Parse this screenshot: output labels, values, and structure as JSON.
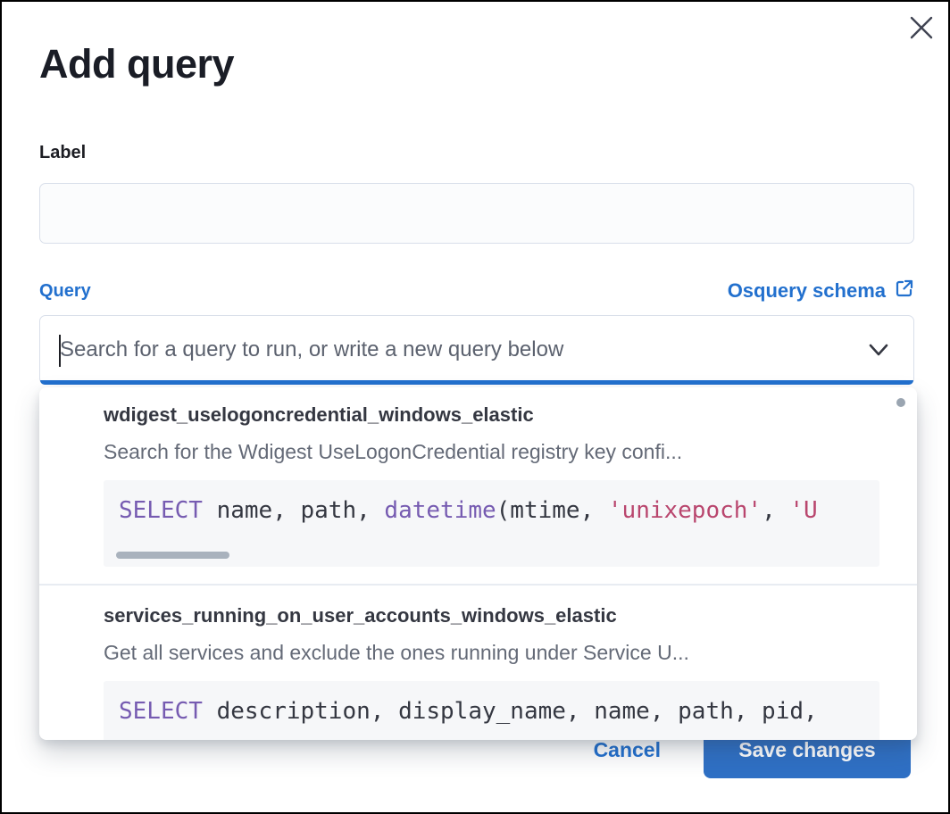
{
  "modal": {
    "title": "Add query"
  },
  "label_field": {
    "label": "Label",
    "value": "",
    "placeholder": ""
  },
  "query_field": {
    "label": "Query",
    "schema_link_label": "Osquery schema",
    "placeholder": "Search for a query to run, or write a new query below",
    "value": ""
  },
  "dropdown": {
    "options": [
      {
        "title": "wdigest_uselogoncredential_windows_elastic",
        "description": "Search for the Wdigest UseLogonCredential registry key confi...",
        "code": [
          {
            "t": "SELECT",
            "c": "keyword"
          },
          {
            "t": " name, path, ",
            "c": "plain"
          },
          {
            "t": "datetime",
            "c": "keyword"
          },
          {
            "t": "(mtime, ",
            "c": "plain"
          },
          {
            "t": "'unixepoch'",
            "c": "string"
          },
          {
            "t": ", ",
            "c": "plain"
          },
          {
            "t": "'U",
            "c": "string"
          }
        ]
      },
      {
        "title": "services_running_on_user_accounts_windows_elastic",
        "description": "Get all services and exclude the ones running under Service U...",
        "code": [
          {
            "t": "SELECT",
            "c": "keyword"
          },
          {
            "t": " description, display_name, name, path, pid,",
            "c": "plain"
          }
        ]
      }
    ]
  },
  "footer": {
    "cancel_label": "Cancel",
    "save_label": "Save changes"
  },
  "colors": {
    "accent_blue": "#2270ce",
    "save_button_blue": "#2f70c5",
    "title_text": "#1a1d26",
    "option_title_text": "#343741",
    "description_text": "#646a77",
    "placeholder_text": "#5b616e",
    "input_border": "#d9dfea",
    "input_background": "#fbfcfd",
    "code_background": "#f6f7f9",
    "code_keyword": "#765bb1",
    "code_string": "#b9466e",
    "scrollbar_thumb": "#a9b2bd",
    "divider": "#e8ecf2"
  }
}
